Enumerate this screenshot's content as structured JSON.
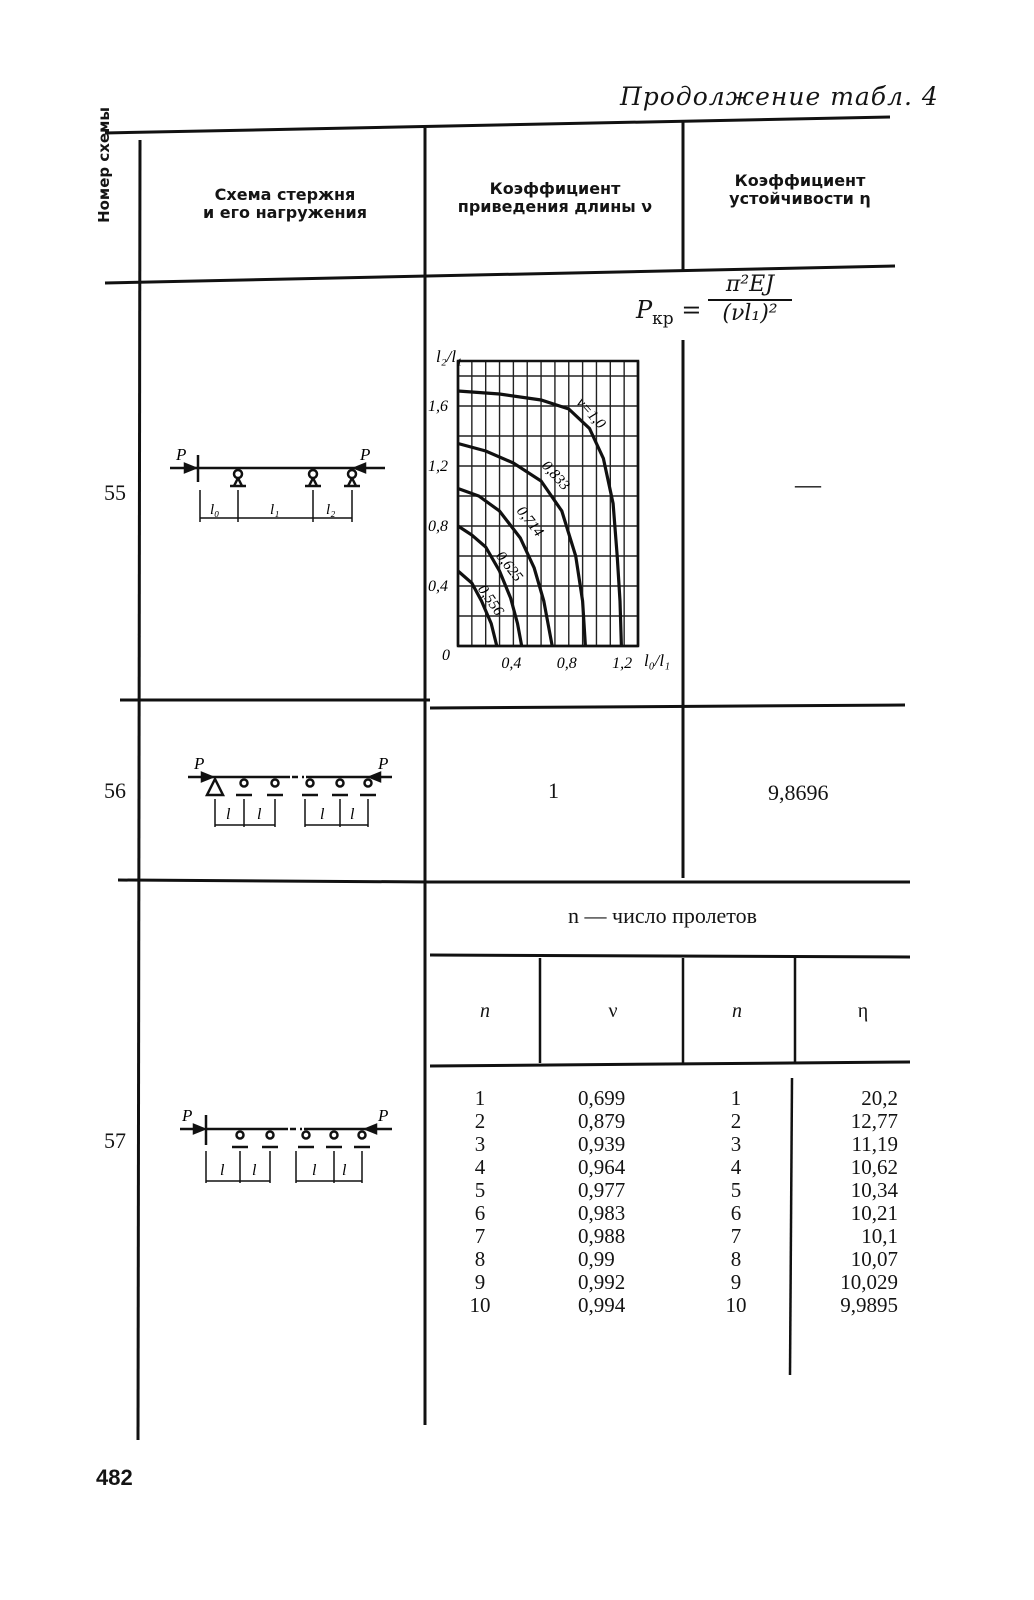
{
  "page": {
    "continuation": "Продолжение табл. 4",
    "page_number": "482"
  },
  "header": {
    "col_number": "Номер схемы",
    "col_scheme_l1": "Схема стержня",
    "col_scheme_l2": "и его нагружения",
    "col_nu_l1": "Коэффициент",
    "col_nu_l2": "приведения длины ν",
    "col_eta_l1": "Коэффициент",
    "col_eta_l2": "устойчивости η"
  },
  "row55": {
    "number": "55",
    "formula_lhs": "P",
    "formula_lhs_sub": "кр",
    "formula_num": "π²EJ",
    "formula_den": "(νl₁)²",
    "eta": "—",
    "scheme_labels": [
      "P",
      "P",
      "l₀",
      "l₁",
      "l₂"
    ]
  },
  "row56": {
    "number": "56",
    "nu": "1",
    "eta": "9,8696",
    "scheme_labels": [
      "P",
      "P",
      "l",
      "l",
      "l",
      "l"
    ]
  },
  "row57": {
    "number": "57",
    "caption": "n — число пролетов",
    "head_n1": "n",
    "head_nu": "ν",
    "head_n2": "n",
    "head_eta": "η",
    "n": [
      "1",
      "2",
      "3",
      "4",
      "5",
      "6",
      "7",
      "8",
      "9",
      "10"
    ],
    "nu": [
      "0,699",
      "0,879",
      "0,939",
      "0,964",
      "0,977",
      "0,983",
      "0,988",
      "0,99",
      "0,992",
      "0,994"
    ],
    "eta": [
      "20,2",
      "12,77",
      "11,19",
      "10,62",
      "10,34",
      "10,21",
      "10,1",
      "10,07",
      "10,029",
      "9,9895"
    ],
    "scheme_labels": [
      "P",
      "P",
      "l",
      "l",
      "l",
      "l"
    ]
  },
  "chart_data": {
    "type": "line",
    "xlabel": "l₀/l₁",
    "ylabel": "l₂/l₁",
    "xlim": [
      0,
      1.3
    ],
    "ylim": [
      0,
      1.9
    ],
    "x_ticks": [
      "0,4",
      "0,8",
      "1,2"
    ],
    "y_ticks": [
      "0,4",
      "0,8",
      "1,2",
      "1,6"
    ],
    "origin_label": "0",
    "grid": true,
    "series": [
      {
        "name": "ν=1,0",
        "points": [
          [
            0,
            1.7
          ],
          [
            0.3,
            1.68
          ],
          [
            0.6,
            1.64
          ],
          [
            0.8,
            1.58
          ],
          [
            0.95,
            1.45
          ],
          [
            1.05,
            1.25
          ],
          [
            1.12,
            0.95
          ],
          [
            1.15,
            0.6
          ],
          [
            1.17,
            0.3
          ],
          [
            1.18,
            0
          ]
        ]
      },
      {
        "name": "0,833",
        "points": [
          [
            0,
            1.35
          ],
          [
            0.2,
            1.3
          ],
          [
            0.4,
            1.22
          ],
          [
            0.6,
            1.1
          ],
          [
            0.75,
            0.9
          ],
          [
            0.85,
            0.6
          ],
          [
            0.9,
            0.3
          ],
          [
            0.92,
            0
          ]
        ]
      },
      {
        "name": "0,714",
        "points": [
          [
            0,
            1.05
          ],
          [
            0.15,
            1.0
          ],
          [
            0.3,
            0.9
          ],
          [
            0.45,
            0.72
          ],
          [
            0.55,
            0.52
          ],
          [
            0.62,
            0.3
          ],
          [
            0.66,
            0.1
          ],
          [
            0.68,
            0
          ]
        ]
      },
      {
        "name": "0,625",
        "points": [
          [
            0,
            0.8
          ],
          [
            0.1,
            0.74
          ],
          [
            0.2,
            0.66
          ],
          [
            0.3,
            0.5
          ],
          [
            0.38,
            0.32
          ],
          [
            0.43,
            0.15
          ],
          [
            0.46,
            0
          ]
        ]
      },
      {
        "name": "0,556",
        "points": [
          [
            0,
            0.5
          ],
          [
            0.1,
            0.42
          ],
          [
            0.17,
            0.3
          ],
          [
            0.24,
            0.15
          ],
          [
            0.28,
            0
          ]
        ]
      }
    ]
  }
}
